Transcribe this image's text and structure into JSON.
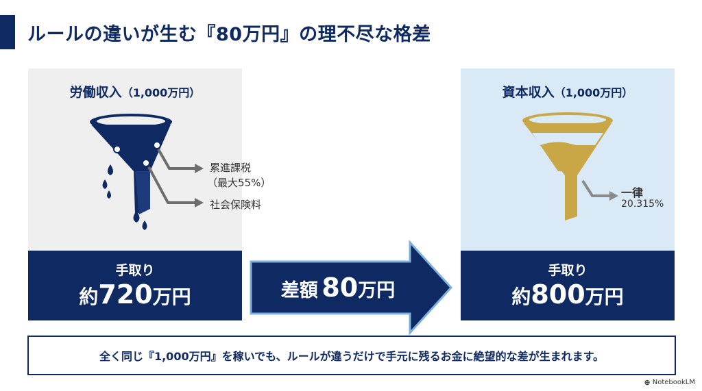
{
  "header": {
    "title": "ルールの違いが生む『80万円』の理不尽な格差"
  },
  "labor": {
    "title": "労働収入",
    "amount": "（1,000万円）",
    "deduction1_line1": "累進課税",
    "deduction1_line2": "（最大55%）",
    "deduction2": "社会保険料",
    "result_label": "手取り",
    "result_prefix": "約",
    "result_number": "720",
    "result_unit": "万円"
  },
  "capital": {
    "title": "資本収入",
    "amount": "（1,000万円）",
    "tax_line1": "一律",
    "tax_line2": "20.315%",
    "result_label": "手取り",
    "result_prefix": "約",
    "result_number": "800",
    "result_unit": "万円"
  },
  "difference": {
    "prefix": "差額",
    "number": "80",
    "unit": "万円"
  },
  "summary": {
    "text": "全く同じ『1,000万円』を稼いでも、ルールが違うだけで手元に残るお金に絶望的な差が生まれます。"
  },
  "watermark": {
    "text": "NotebookLM"
  },
  "colors": {
    "navy": "#0f2a63",
    "gold": "#c9a646",
    "labor_bg": "#efeff0",
    "capital_bg": "#d9e9f6"
  },
  "icons": {
    "labor_funnel": "leaking-funnel-icon",
    "capital_funnel": "gold-funnel-icon",
    "difference": "right-arrow-icon"
  }
}
